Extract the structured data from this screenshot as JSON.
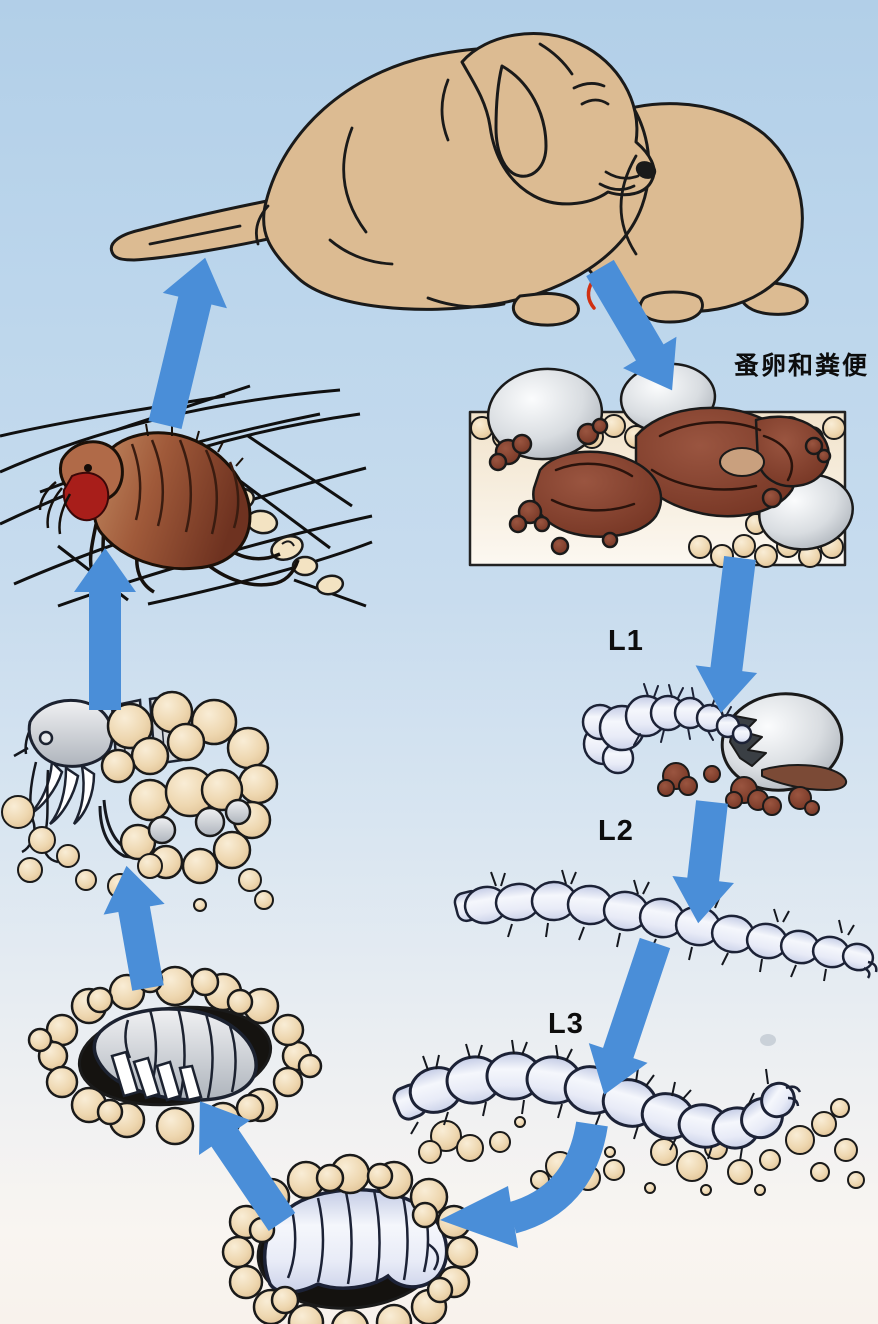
{
  "labels": {
    "eggs_and_feces": "蚤卵和粪便",
    "stage_l1": "L1",
    "stage_l2": "L2",
    "stage_l3": "L3"
  },
  "colors": {
    "arrow": "#4a8ed8",
    "background_top": "#b2cfe8",
    "background_bottom": "#f8f2ec",
    "dog_coat": "#dcbb92",
    "adult_flea_brown": "#9c5438",
    "blood_spot": "#a81e1a",
    "egg_shell_gray": "#c9ced6",
    "debris_pebble": "#ecd4ad",
    "larva_body": "#e7eaf6",
    "feces_brown": "#7b3526",
    "outline": "#1a1a1a"
  },
  "illustrations": [
    "dog-host",
    "adult-flea-on-hair",
    "flea-eggs-and-feces",
    "larva-l1-hatching-from-egg",
    "larva-l2",
    "larva-l3",
    "larva-spinning-cocoon",
    "pupa-in-cocoon",
    "adult-flea-emerging-from-cocoon"
  ],
  "arrows": [
    "adult-flea-to-dog",
    "dog-to-eggs-and-feces",
    "eggs-to-l1",
    "l1-to-l2",
    "l2-to-l3",
    "l3-to-cocoon",
    "cocoon-to-pupa",
    "pupa-to-emerging-adult",
    "emerging-adult-to-adult-flea"
  ]
}
